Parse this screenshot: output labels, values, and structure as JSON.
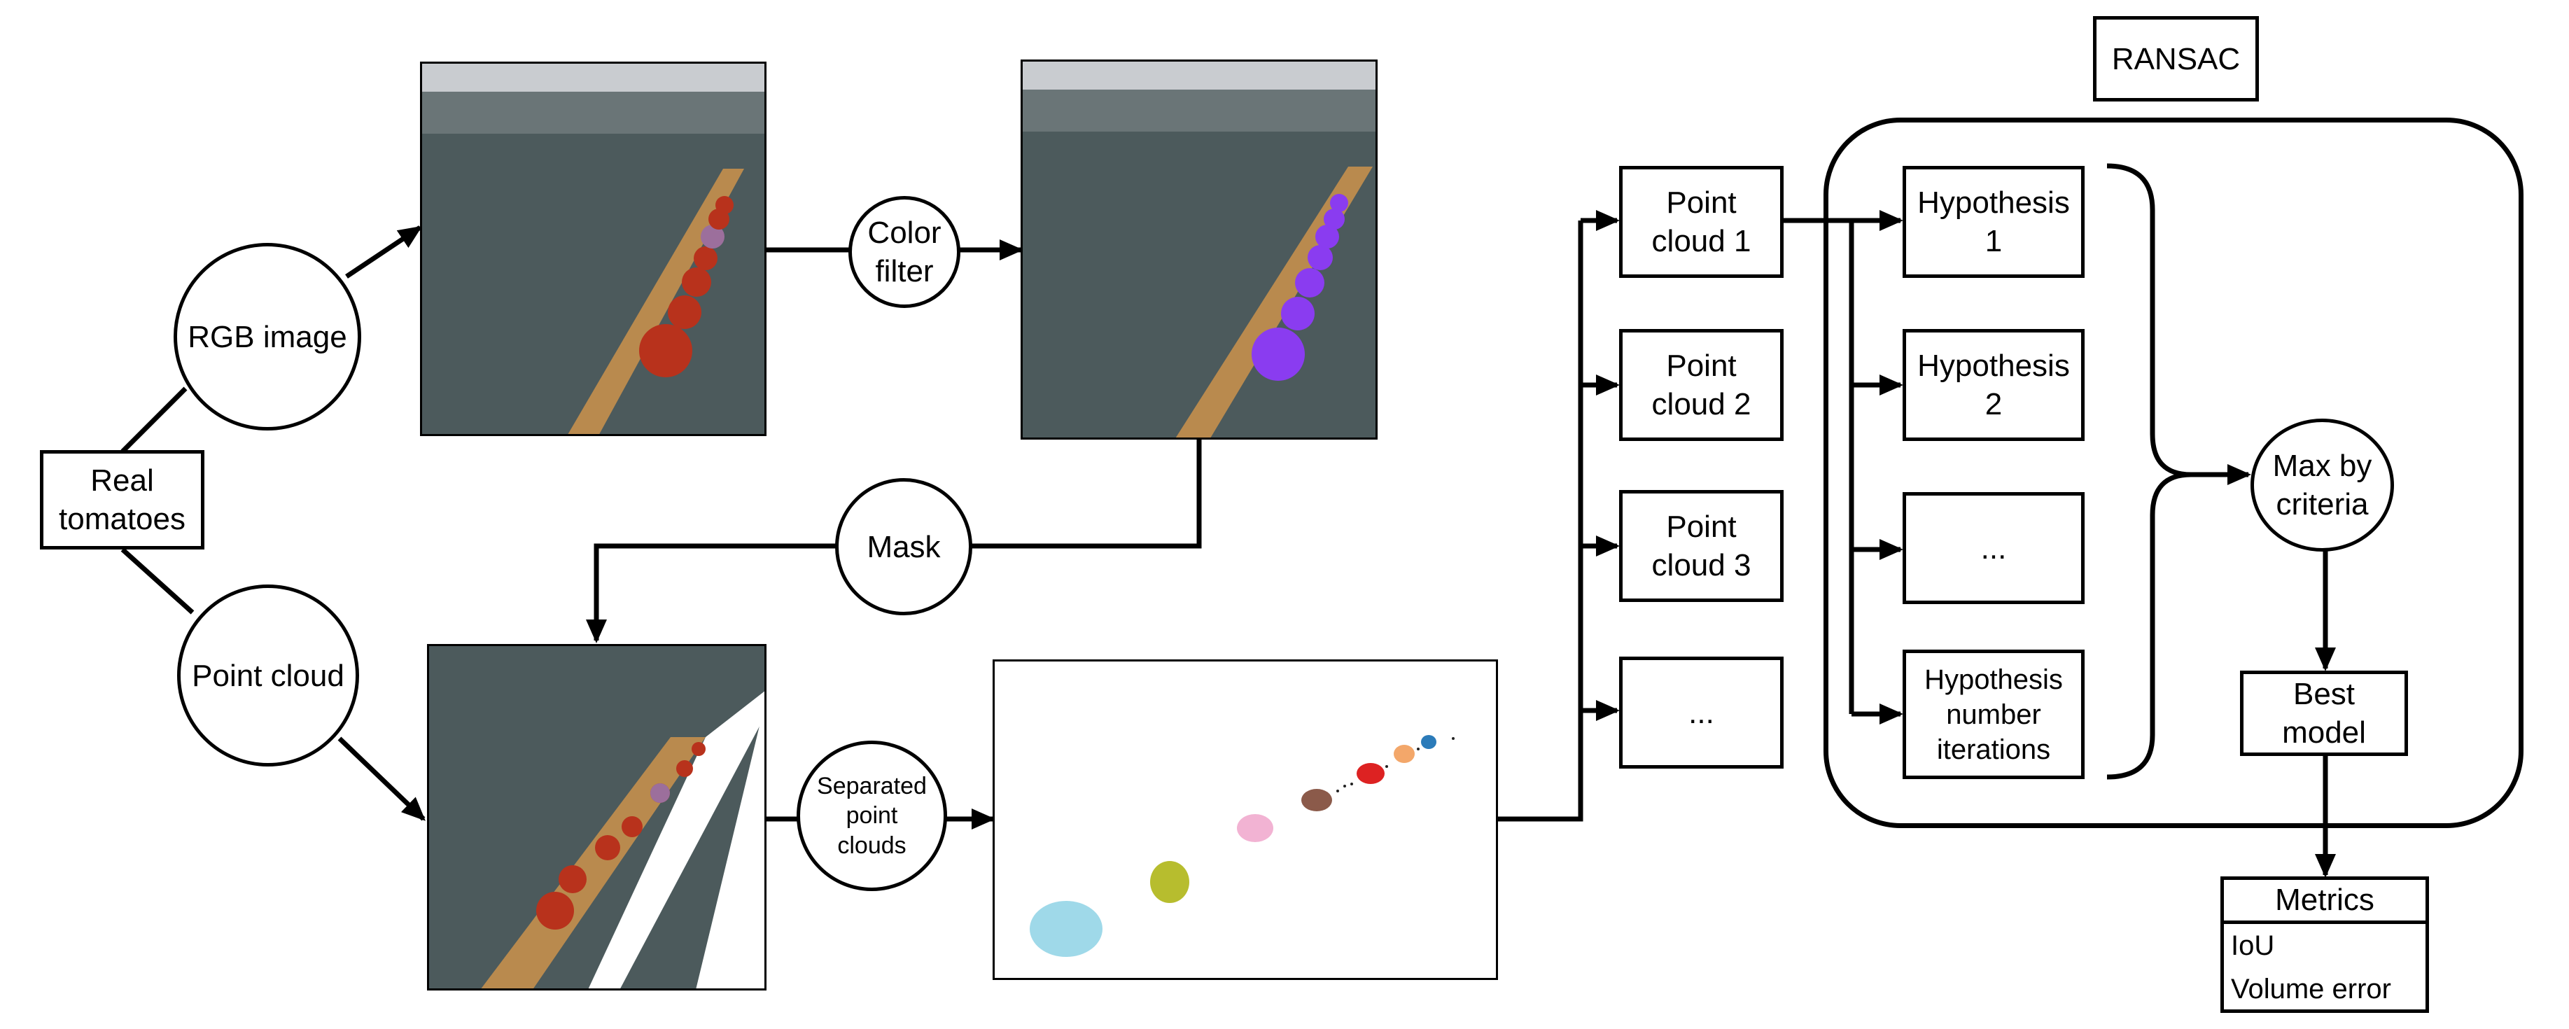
{
  "nodes": {
    "real_tomatoes": "Real\ntomatoes",
    "rgb_image": "RGB image",
    "point_cloud": "Point cloud",
    "color_filter": "Color\nfilter",
    "mask": "Mask",
    "separated_point_clouds": "Separated\npoint\nclouds",
    "point_cloud_1": "Point\ncloud 1",
    "point_cloud_2": "Point\ncloud 2",
    "point_cloud_3": "Point\ncloud 3",
    "point_cloud_more": "...",
    "ransac": "RANSAC",
    "hypothesis_1": "Hypothesis\n1",
    "hypothesis_2": "Hypothesis\n2",
    "hypothesis_more": "...",
    "hypothesis_n": "Hypothesis\nnumber\niterations",
    "max_by_criteria": "Max by\ncriteria",
    "best_model": "Best\nmodel"
  },
  "metrics": {
    "title": "Metrics",
    "rows": [
      "IoU",
      "Volume error"
    ]
  },
  "colors": {
    "tomato": "#b8321c",
    "tomato_dark": "#7a1f10",
    "highlight": "#8a3cf0",
    "floor": "#4c5a5c",
    "board": "#b98a4e",
    "cloud_colors": [
      "#9fd9e9",
      "#b7bd2e",
      "#f2b3d3",
      "#8b5a4a",
      "#dd2222",
      "#f3a76a",
      "#2b7bb9"
    ]
  }
}
